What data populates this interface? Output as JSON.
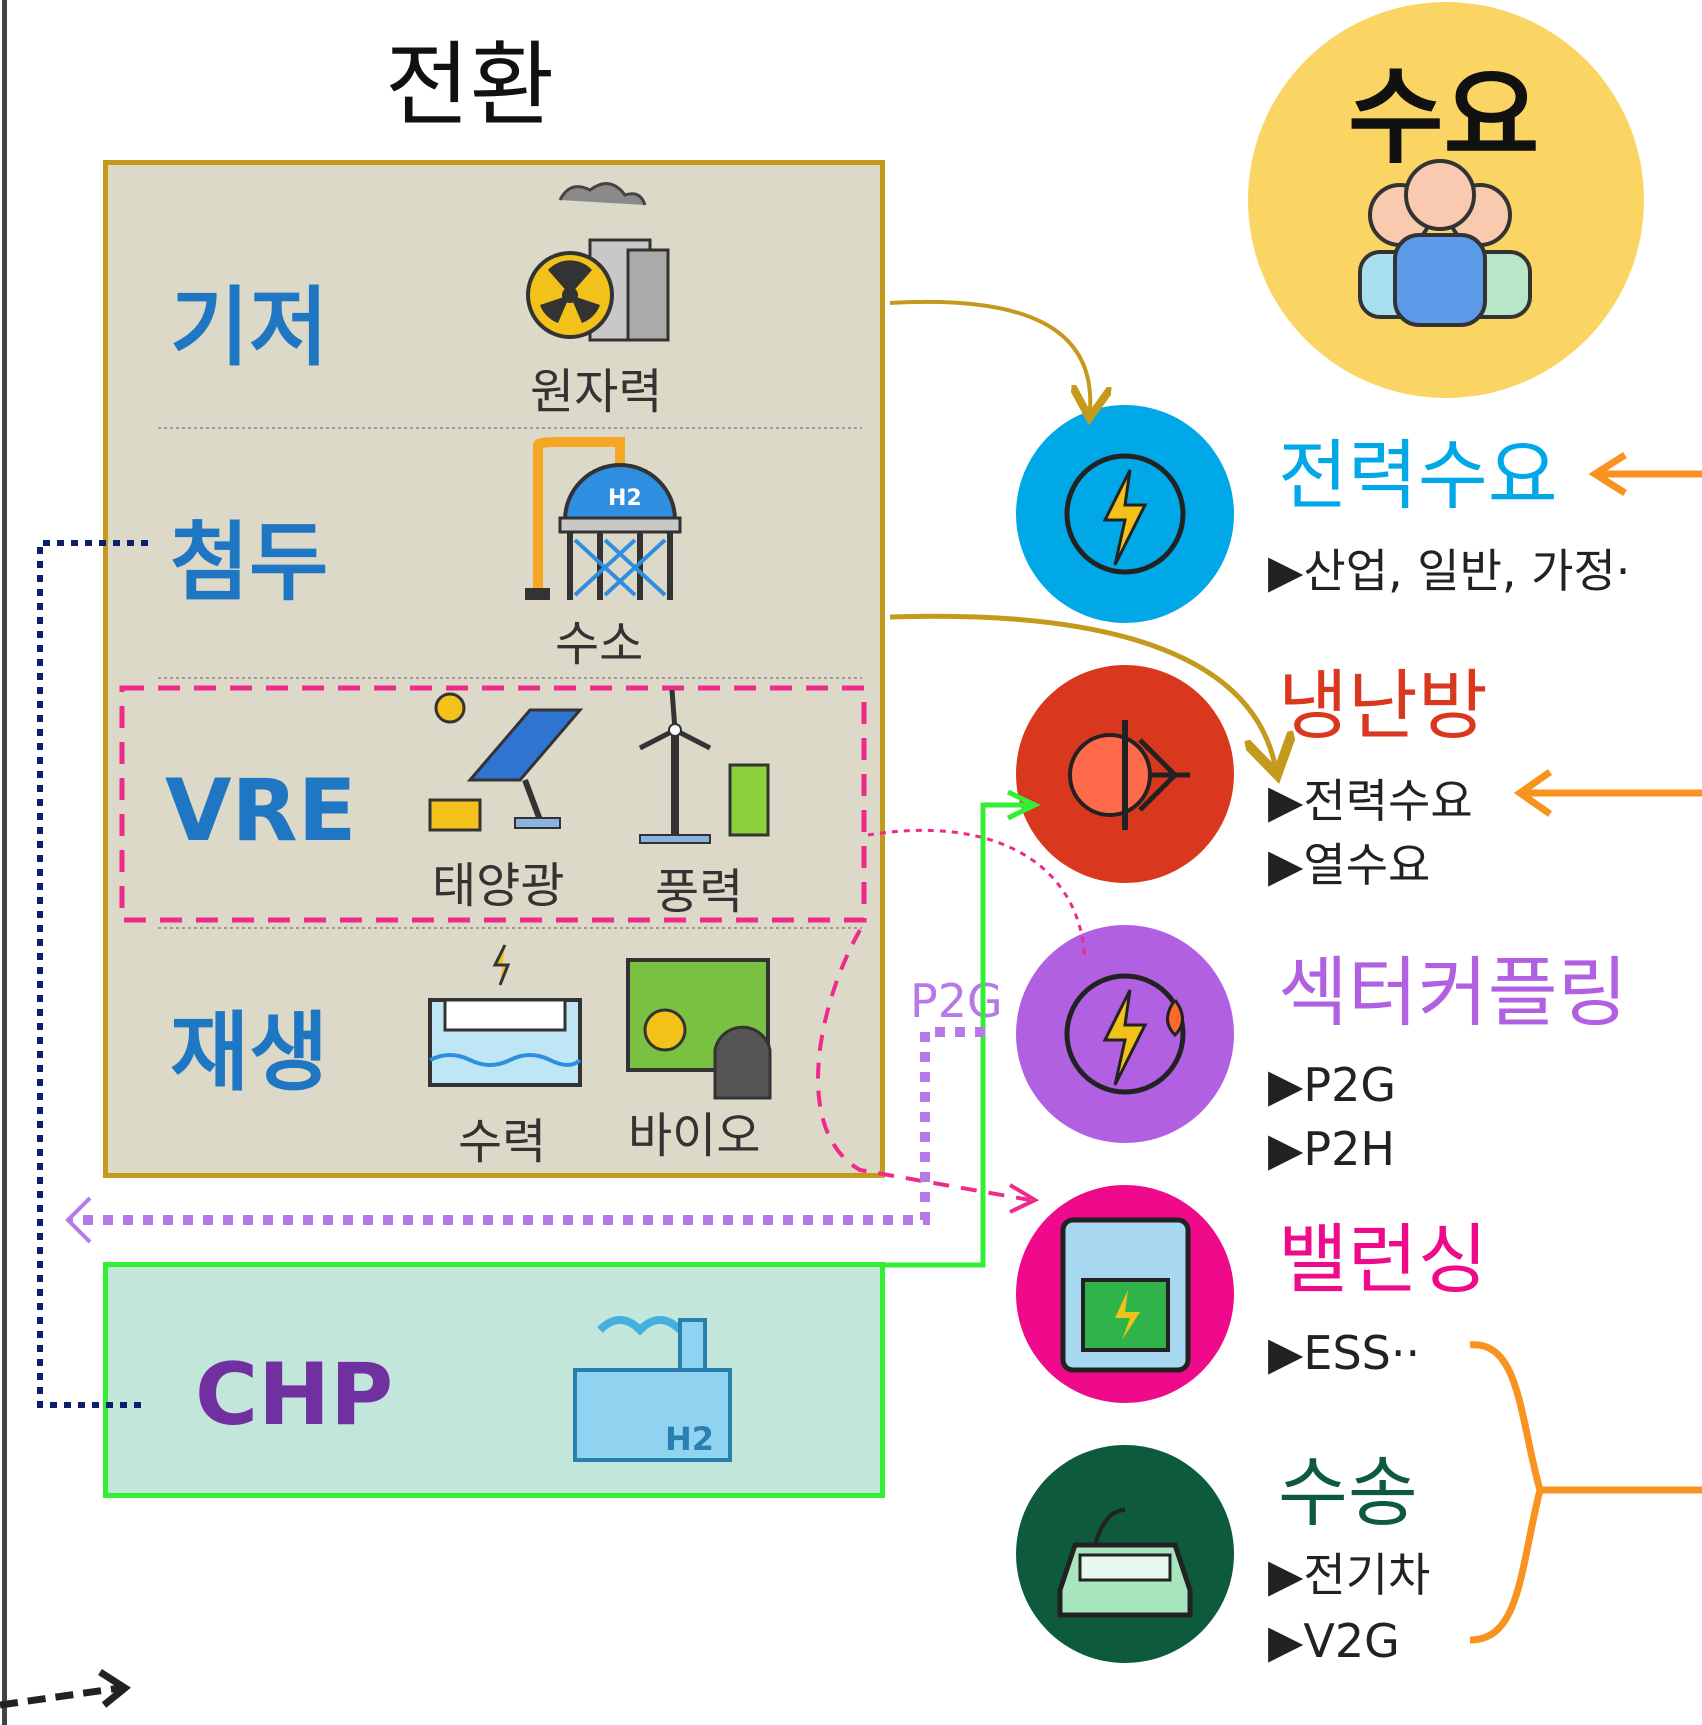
{
  "section_title": "전환",
  "demand_title": "수요",
  "supply": {
    "categories": [
      {
        "label": "기저",
        "items": [
          "원자력"
        ]
      },
      {
        "label": "첨두",
        "items": [
          "수소"
        ]
      },
      {
        "label": "VRE",
        "items": [
          "태양광",
          "풍력"
        ]
      },
      {
        "label": "재생",
        "items": [
          "수력",
          "바이오"
        ]
      }
    ],
    "chp_label": "CHP"
  },
  "p2g_label": "P2G",
  "demand_items": [
    {
      "title": "전력수요",
      "color": "#00a8e8",
      "icon": "power-plug-icon",
      "details": [
        "▶산업, 일반, 가정·"
      ]
    },
    {
      "title": "냉난방",
      "color": "#d9381e",
      "icon": "sun-snowflake-icon",
      "details": [
        "▶전력수요",
        "▶열수요"
      ]
    },
    {
      "title": "섹터커플링",
      "color": "#b060e0",
      "icon": "sector-coupling-icon",
      "details": [
        "▶P2G",
        "▶P2H"
      ]
    },
    {
      "title": "밸런싱",
      "color": "#ee0a8a",
      "icon": "battery-icon",
      "details": [
        "▶ESS··"
      ]
    },
    {
      "title": "수송",
      "color": "#0d5a3c",
      "icon": "electric-car-icon",
      "details": [
        "▶전기차",
        "▶V2G"
      ]
    }
  ],
  "colors": {
    "supply_box_fill": "#ddd9c8",
    "supply_box_border": "#c49a1c",
    "category_text": "#1f77c4",
    "chp_box_fill": "#c2e6da",
    "chp_box_border": "#33ee33",
    "chp_text": "#7030a0",
    "vre_dash": "#ee2a8a",
    "demand_circle": "#fbd564",
    "orange_arrow": "#f7931e",
    "navy_dotted": "#0b1f6b",
    "purple_dotted": "#b779e8"
  }
}
